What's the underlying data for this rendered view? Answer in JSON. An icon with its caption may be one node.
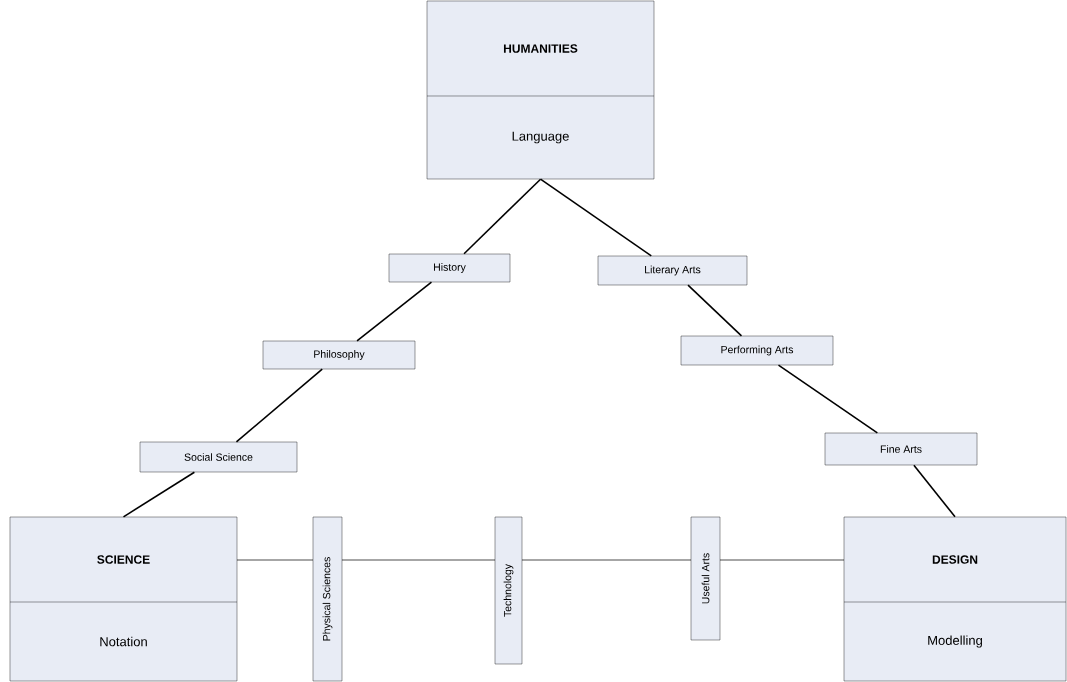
{
  "diagram": {
    "nodes": [
      {
        "text": [
          "HUMANITIES",
          "Language"
        ]
      },
      {
        "text": [
          "History"
        ]
      },
      {
        "text": [
          "Literary Arts"
        ]
      },
      {
        "text": [
          "Philosophy"
        ]
      },
      {
        "text": [
          "Performing Arts"
        ]
      },
      {
        "text": [
          "Social Science"
        ]
      },
      {
        "text": [
          "Fine Arts"
        ]
      },
      {
        "text": [
          "SCIENCE",
          "Notation"
        ]
      },
      {
        "text": [
          "Physical Sciences"
        ]
      },
      {
        "text": [
          "Technology"
        ]
      },
      {
        "text": [
          "Useful Arts"
        ]
      },
      {
        "text": [
          "DESIGN",
          "Modelling"
        ]
      }
    ],
    "edges": [
      {
        "from": 0,
        "to": 1,
        "arrow": "none"
      },
      {
        "from": 1,
        "to": 3,
        "arrow": "none"
      },
      {
        "from": 3,
        "to": 5,
        "arrow": "none"
      },
      {
        "from": 5,
        "to": 7,
        "arrow": "none"
      },
      {
        "from": 0,
        "to": 2,
        "arrow": "none"
      },
      {
        "from": 2,
        "to": 4,
        "arrow": "none"
      },
      {
        "from": 4,
        "to": 6,
        "arrow": "none"
      },
      {
        "from": 6,
        "to": 11,
        "arrow": "none"
      },
      {
        "from": 7,
        "to": 8,
        "arrow": "none"
      },
      {
        "from": 8,
        "to": 9,
        "arrow": "none"
      },
      {
        "from": 9,
        "to": 10,
        "arrow": "none"
      },
      {
        "from": 10,
        "to": 11,
        "arrow": "none"
      }
    ]
  }
}
